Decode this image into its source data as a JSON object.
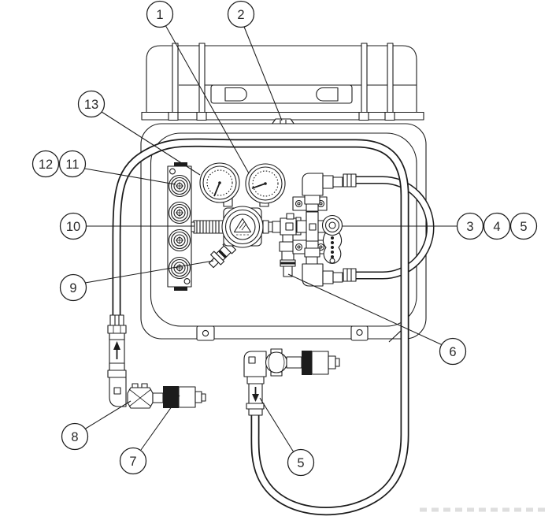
{
  "figure": {
    "kind": "parts-callout-diagram",
    "background_color": "#ffffff",
    "line_color": "#1c1c1c"
  },
  "callouts": [
    {
      "id": "balloon-1",
      "label": "1"
    },
    {
      "id": "balloon-2",
      "label": "2"
    },
    {
      "id": "balloon-3",
      "label": "3"
    },
    {
      "id": "balloon-4",
      "label": "4"
    },
    {
      "id": "balloon-5-right",
      "label": "5"
    },
    {
      "id": "balloon-6",
      "label": "6"
    },
    {
      "id": "balloon-7",
      "label": "7"
    },
    {
      "id": "balloon-8",
      "label": "8"
    },
    {
      "id": "balloon-9",
      "label": "9"
    },
    {
      "id": "balloon-10",
      "label": "10"
    },
    {
      "id": "balloon-11",
      "label": "11"
    },
    {
      "id": "balloon-12",
      "label": "12"
    },
    {
      "id": "balloon-13",
      "label": "13"
    },
    {
      "id": "balloon-5-bottom",
      "label": "5"
    }
  ]
}
